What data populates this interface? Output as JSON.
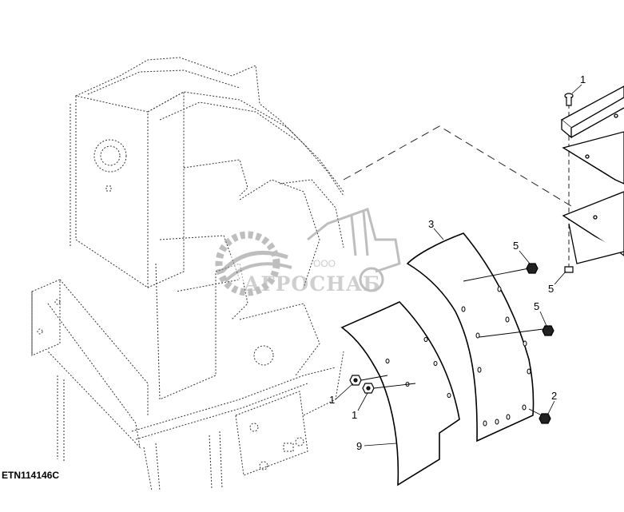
{
  "figure_id": "ETN114146C",
  "watermark": {
    "company_prefix": "ООО",
    "company_name": "АГРОСНАБ"
  },
  "callouts": [
    {
      "id": "c1a",
      "label": "1"
    },
    {
      "id": "c5a",
      "label": "5"
    },
    {
      "id": "c5b",
      "label": "5"
    },
    {
      "id": "c3",
      "label": "3"
    },
    {
      "id": "c5c",
      "label": "5"
    },
    {
      "id": "c1b",
      "label": "1"
    },
    {
      "id": "c1c",
      "label": "1"
    },
    {
      "id": "c2",
      "label": "2"
    },
    {
      "id": "c9",
      "label": "9"
    }
  ]
}
